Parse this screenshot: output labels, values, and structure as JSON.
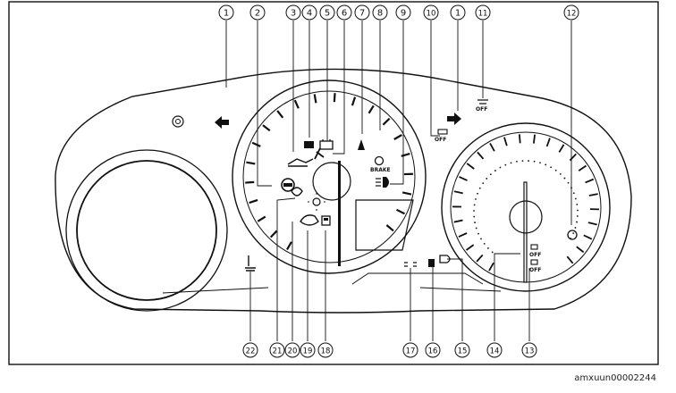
{
  "figure": {
    "image_code": "amxuun00002244",
    "callouts": [
      {
        "id": "callout-1-left",
        "label": "1"
      },
      {
        "id": "callout-2",
        "label": "2"
      },
      {
        "id": "callout-3",
        "label": "3"
      },
      {
        "id": "callout-4",
        "label": "4"
      },
      {
        "id": "callout-5",
        "label": "5"
      },
      {
        "id": "callout-6",
        "label": "6"
      },
      {
        "id": "callout-7",
        "label": "7"
      },
      {
        "id": "callout-8",
        "label": "8"
      },
      {
        "id": "callout-9",
        "label": "9"
      },
      {
        "id": "callout-10",
        "label": "10"
      },
      {
        "id": "callout-1-right",
        "label": "1"
      },
      {
        "id": "callout-11",
        "label": "11"
      },
      {
        "id": "callout-12",
        "label": "12"
      },
      {
        "id": "callout-22",
        "label": "22"
      },
      {
        "id": "callout-21",
        "label": "21"
      },
      {
        "id": "callout-20",
        "label": "20"
      },
      {
        "id": "callout-19",
        "label": "19"
      },
      {
        "id": "callout-18",
        "label": "18"
      },
      {
        "id": "callout-17",
        "label": "17"
      },
      {
        "id": "callout-16",
        "label": "16"
      },
      {
        "id": "callout-15",
        "label": "15"
      },
      {
        "id": "callout-14",
        "label": "14"
      },
      {
        "id": "callout-13",
        "label": "13"
      }
    ],
    "indicator_text": {
      "brake": "BRAKE",
      "off_10": "OFF",
      "off_11": "OFF",
      "off_14": "OFF",
      "off_13": "OFF"
    },
    "colors": {
      "line": "#111111",
      "background": "#ffffff"
    }
  }
}
